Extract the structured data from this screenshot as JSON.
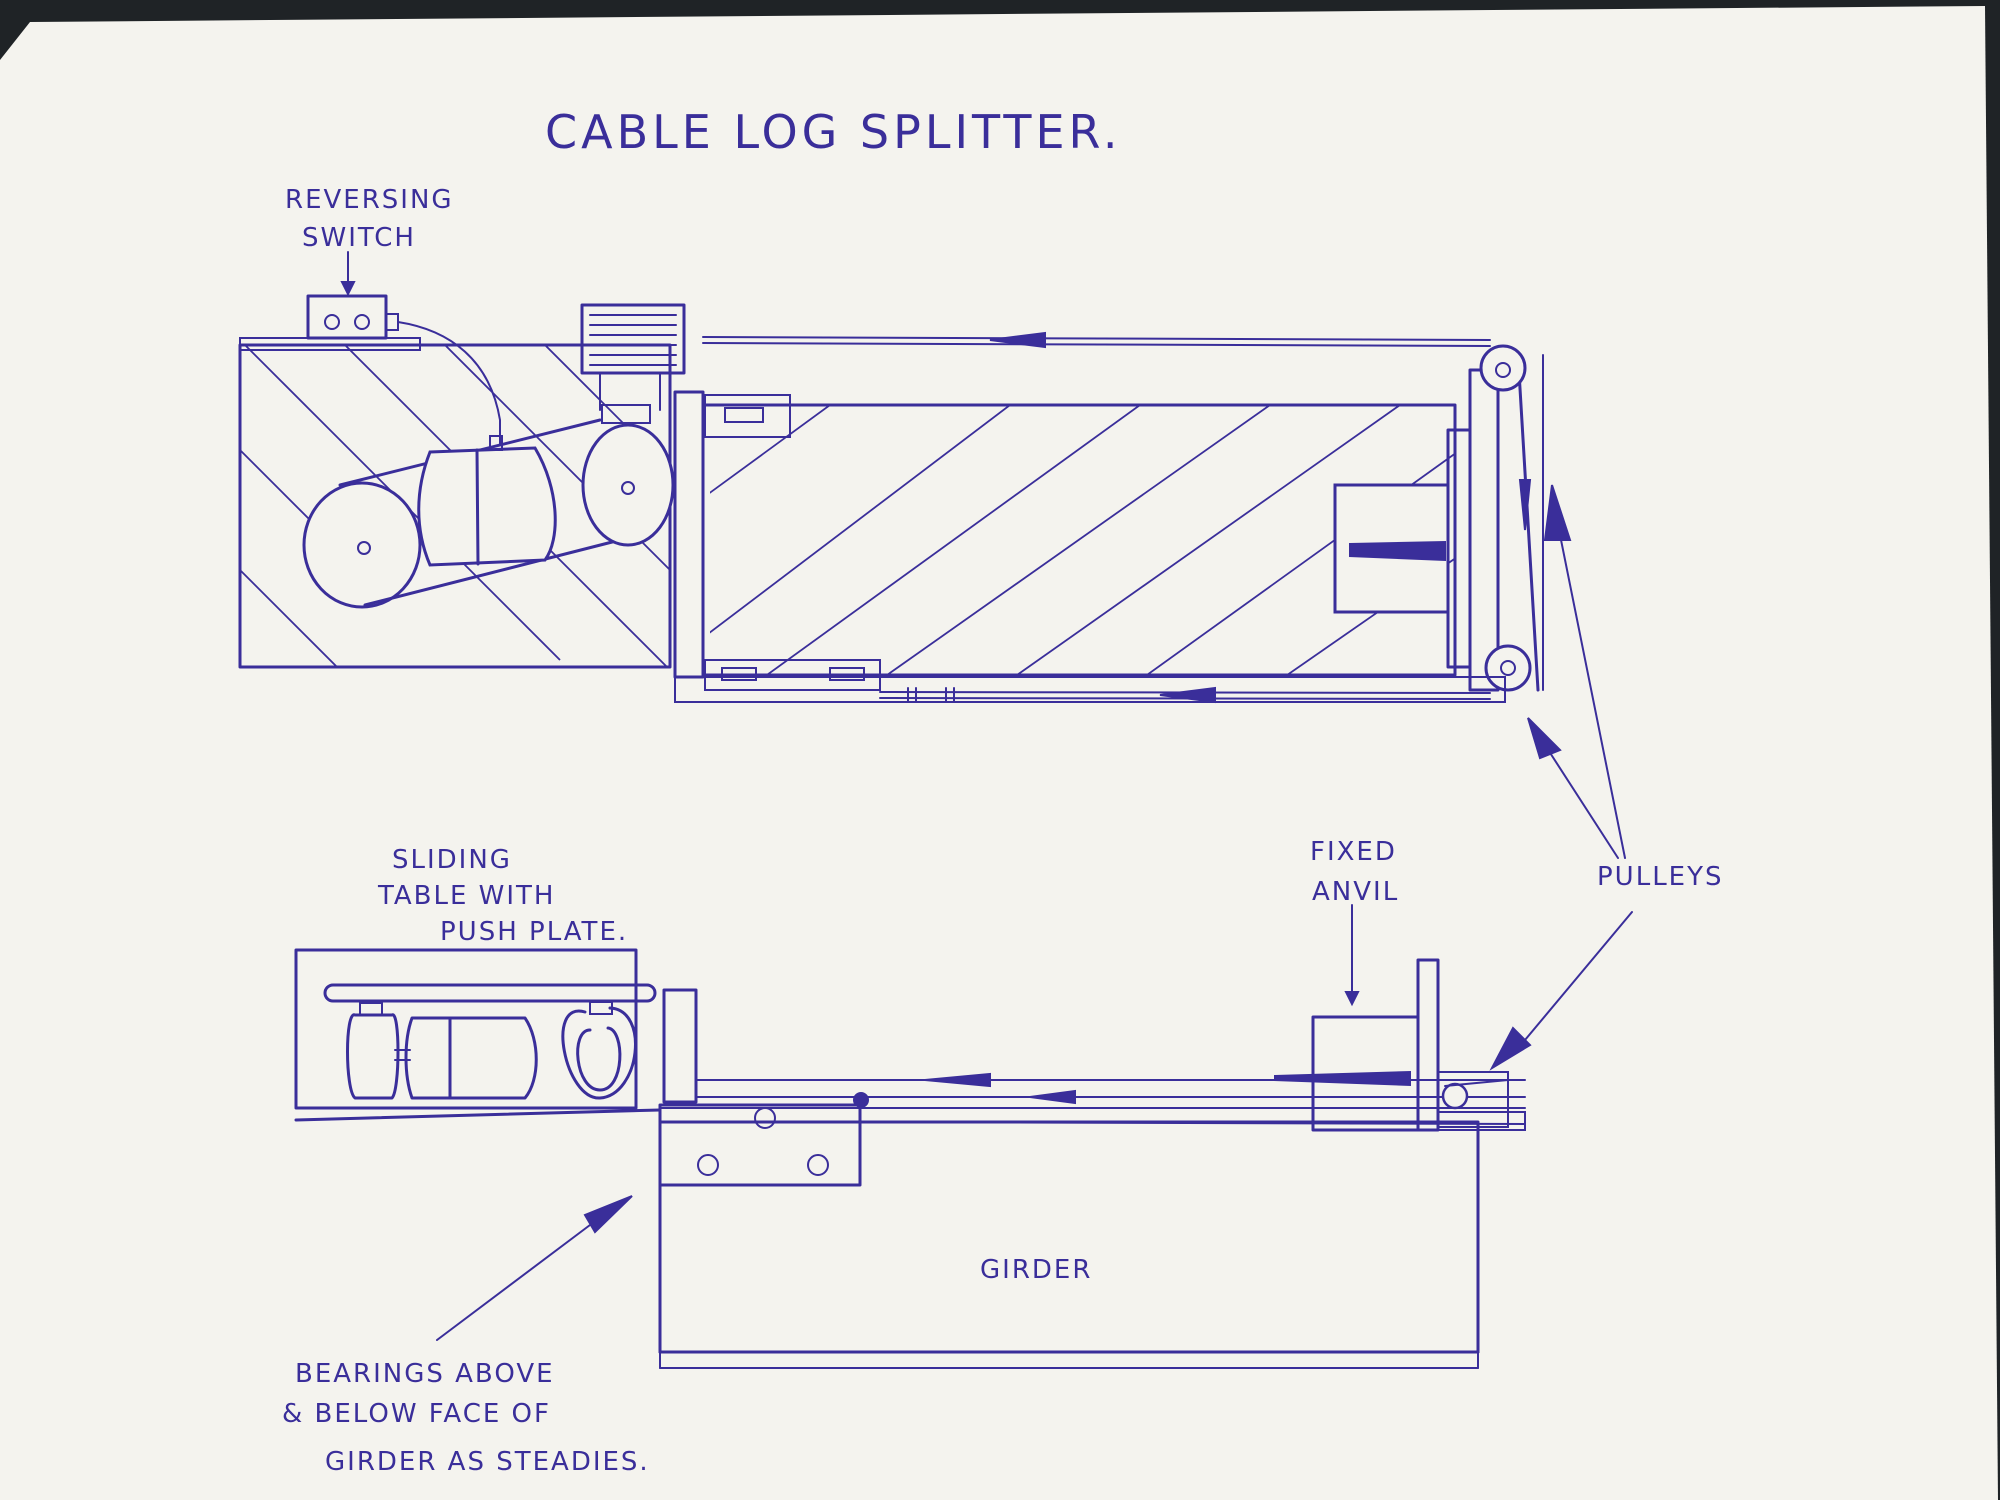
{
  "title": "CABLE LOG SPLITTER.",
  "labels": {
    "reversing_switch_line1": "REVERSING",
    "reversing_switch_line2": "SWITCH",
    "sliding_table_line1": "SLIDING",
    "sliding_table_line2": "TABLE WITH",
    "sliding_table_line3": "PUSH PLATE.",
    "fixed_anvil_line1": "FIXED",
    "fixed_anvil_line2": "ANVIL",
    "pulleys": "PULLEYS",
    "girder": "GIRDER",
    "bearings_line1": "BEARINGS ABOVE",
    "bearings_line2": "& BELOW FACE OF",
    "bearings_line3": "GIRDER AS STEADIES."
  },
  "colors": {
    "ink": "#3a2e9a",
    "paper": "#f4f3ee",
    "background": "#1f2326"
  }
}
